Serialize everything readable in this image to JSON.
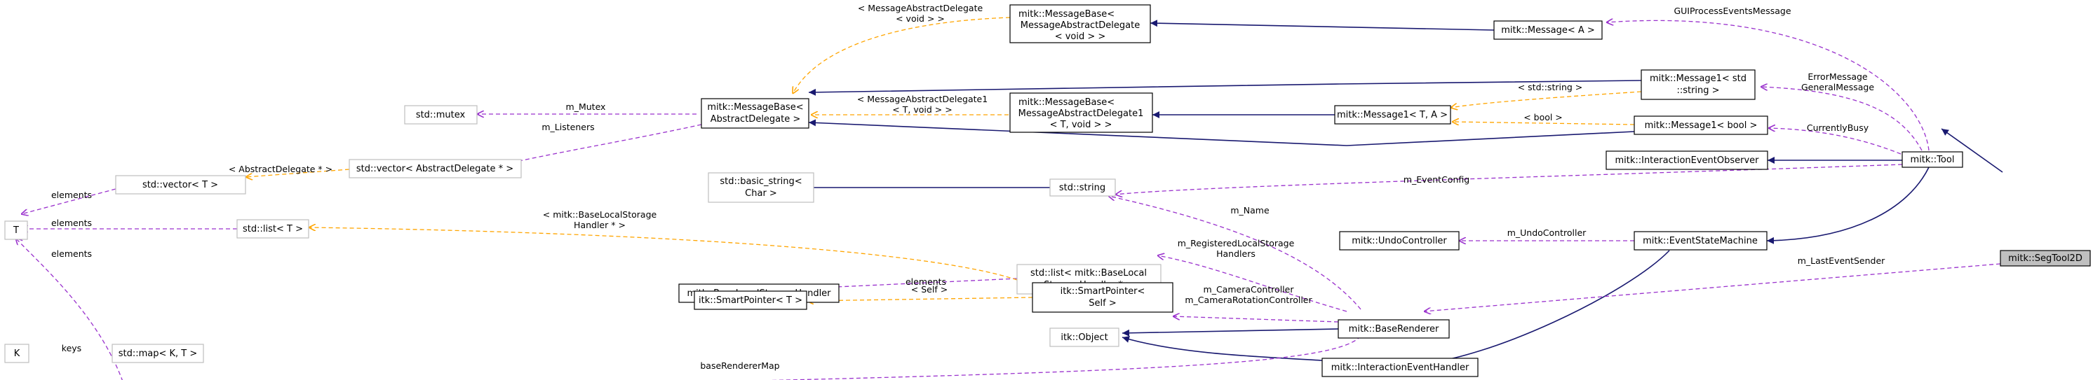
{
  "nodes": {
    "segtool2d": "mitk::SegTool2D",
    "tool": "mitk::Tool",
    "message_a": "mitk::Message< A >",
    "messagebase_void_l1": "mitk::MessageBase<",
    "messagebase_void_l2": "MessageAbstractDelegate",
    "messagebase_void_l3": "< void > >",
    "message1_string_l1": "mitk::Message1< std",
    "message1_string_l2": "::string >",
    "messagebase_abs_l1": "mitk::MessageBase<",
    "messagebase_abs_l2": "AbstractDelegate >",
    "messagebase1_l1": "mitk::MessageBase<",
    "messagebase1_l2": "MessageAbstractDelegate1",
    "messagebase1_l3": "< T, void > >",
    "message1_ta": "mitk::Message1< T, A >",
    "message1_bool": "mitk::Message1< bool >",
    "std_mutex": "std::mutex",
    "std_vector_abs": "std::vector< AbstractDelegate * >",
    "std_vector_t": "std::vector< T >",
    "t": "T",
    "std_basic_string_l1": "std::basic_string<",
    "std_basic_string_l2": "Char >",
    "std_string": "std::string",
    "interaction_observer": "mitk::InteractionEventObserver",
    "std_list_t": "std::list< T >",
    "std_list_bls_l1": "std::list< mitk::BaseLocal",
    "std_list_bls_l2": "StorageHandler * >",
    "undo_controller": "mitk::UndoController",
    "event_state_machine": "mitk::EventStateMachine",
    "base_local_storage_handler": "mitk::BaseLocalStorageHandler",
    "itk_smartpointer_t": "itk::SmartPointer< T >",
    "itk_smartpointer_self_l1": "itk::SmartPointer<",
    "itk_smartpointer_self_l2": "Self >",
    "base_renderer": "mitk::BaseRenderer",
    "k": "K",
    "std_map": "std::map< K, T >",
    "itk_object": "itk::Object",
    "interaction_event_handler": "mitk::InteractionEventHandler"
  },
  "edge_labels": {
    "msg_abs_delegate_void_l1": "< MessageAbstractDelegate",
    "msg_abs_delegate_void_l2": "< void > >",
    "gui_process_events": "GUIProcessEventsMessage",
    "m_mutex": "m_Mutex",
    "m_listeners": "m_Listeners",
    "msg_abs_delegate1_l1": "< MessageAbstractDelegate1",
    "msg_abs_delegate1_l2": "< T, void > >",
    "std_string_arg": "< std::string >",
    "error_message_l1": "ErrorMessage",
    "error_message_l2": "GeneralMessage",
    "bool_arg": "< bool >",
    "currently_busy": "CurrentlyBusy",
    "abstract_delegate_ptr": "< AbstractDelegate * >",
    "elements_1": "elements",
    "elements_2": "elements",
    "elements_3": "elements",
    "elements_4": "elements",
    "m_event_config": "m_EventConfig",
    "bls_handler_ptr_l1": "< mitk::BaseLocalStorage",
    "bls_handler_ptr_l2": "Handler * >",
    "m_name": "m_Name",
    "m_undo_controller": "m_UndoController",
    "m_registered_l1": "m_RegisteredLocalStorage",
    "m_registered_l2": "Handlers",
    "m_last_event_sender": "m_LastEventSender",
    "self_arg": "< Self >",
    "m_camera_controller": "m_CameraController",
    "m_camera_rotation": "m_CameraRotationController",
    "keys": "keys",
    "base_renderer_map": "baseRendererMap"
  },
  "colors": {
    "inheritance": "#191970",
    "usage": "#9a32cd",
    "template": "#ffa500",
    "highlight_fill": "#bfbfbf",
    "undocumented_border": "#bfbfbf"
  }
}
